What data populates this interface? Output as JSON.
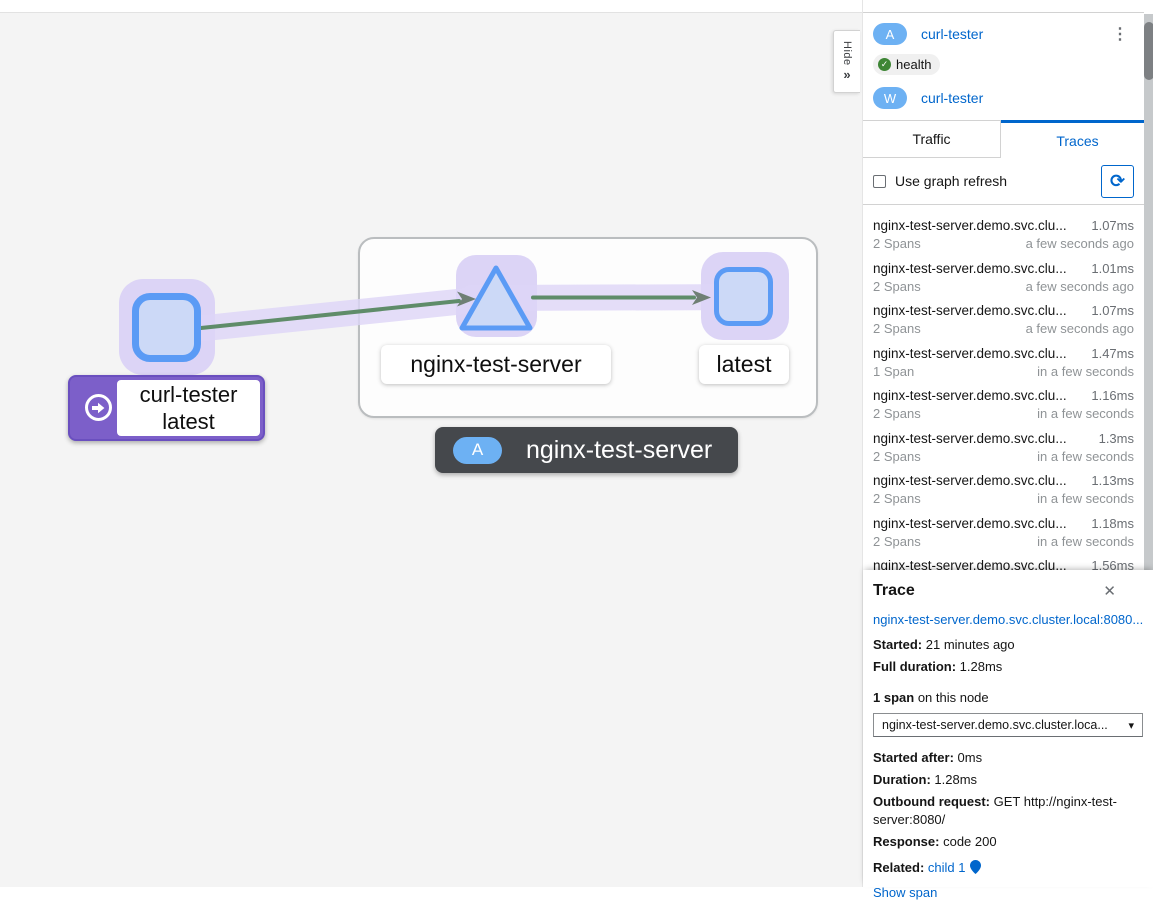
{
  "colors": {
    "accent_blue": "#0066cc",
    "node_border": "#5b9bf5",
    "node_fill": "#ccd9f7",
    "halo_purple": "#dcd4f6",
    "edge_green": "#5f8c69",
    "arrow_gray_green": "#6f7f74",
    "label_purple": "#7c5fc9",
    "group_label_bg": "#45484c",
    "badge_blue": "#6db1f3",
    "health_green": "#3e8635"
  },
  "graph": {
    "hide_label": "Hide",
    "hide_chevron": "»",
    "curl_label_line1": "curl-tester",
    "curl_label_line2": "latest",
    "service_label": "nginx-test-server",
    "workload_label": "latest",
    "group_badge": "A",
    "group_label": "nginx-test-server"
  },
  "panel": {
    "app_badge": "A",
    "app_name": "curl-tester",
    "kebab_icon": "⋮",
    "health_label": "health",
    "health_check_icon": "✓",
    "workload_badge": "W",
    "workload_name": "curl-tester",
    "tabs": {
      "traffic": "Traffic",
      "traces": "Traces"
    },
    "refresh": {
      "checkbox_label": "Use graph refresh",
      "refresh_icon": "⟳"
    },
    "traces": {
      "items": [
        {
          "name": "nginx-test-server.demo.svc.clu...",
          "duration": "1.07ms",
          "spans": "2 Spans",
          "time": "a few seconds ago"
        },
        {
          "name": "nginx-test-server.demo.svc.clu...",
          "duration": "1.01ms",
          "spans": "2 Spans",
          "time": "a few seconds ago"
        },
        {
          "name": "nginx-test-server.demo.svc.clu...",
          "duration": "1.07ms",
          "spans": "2 Spans",
          "time": "a few seconds ago"
        },
        {
          "name": "nginx-test-server.demo.svc.clu...",
          "duration": "1.47ms",
          "spans": "1 Span",
          "time": "in a few seconds"
        },
        {
          "name": "nginx-test-server.demo.svc.clu...",
          "duration": "1.16ms",
          "spans": "2 Spans",
          "time": "in a few seconds"
        },
        {
          "name": "nginx-test-server.demo.svc.clu...",
          "duration": "1.3ms",
          "spans": "2 Spans",
          "time": "in a few seconds"
        },
        {
          "name": "nginx-test-server.demo.svc.clu...",
          "duration": "1.13ms",
          "spans": "2 Spans",
          "time": "in a few seconds"
        },
        {
          "name": "nginx-test-server.demo.svc.clu...",
          "duration": "1.18ms",
          "spans": "2 Spans",
          "time": "in a few seconds"
        },
        {
          "name": "nginx-test-server.demo.svc.clu...",
          "duration": "1.56ms",
          "spans": "",
          "time": ""
        }
      ]
    }
  },
  "trace_detail": {
    "title": "Trace",
    "close_icon": "✕",
    "link": "nginx-test-server.demo.svc.cluster.local:8080...",
    "started_label": "Started:",
    "started_value": "21 minutes ago",
    "full_duration_label": "Full duration:",
    "full_duration_value": "1.28ms",
    "span_count": "1 span",
    "span_count_suffix": "on this node",
    "span_select_value": "nginx-test-server.demo.svc.cluster.loca...",
    "caret_icon": "▾",
    "started_after_label": "Started after:",
    "started_after_value": "0ms",
    "duration_label": "Duration:",
    "duration_value": "1.28ms",
    "outbound_label": "Outbound request:",
    "outbound_value": "GET http://nginx-test-server:8080/",
    "response_label": "Response:",
    "response_value": "code 200",
    "related_label": "Related:",
    "related_value": "child 1",
    "show_span": "Show span"
  }
}
